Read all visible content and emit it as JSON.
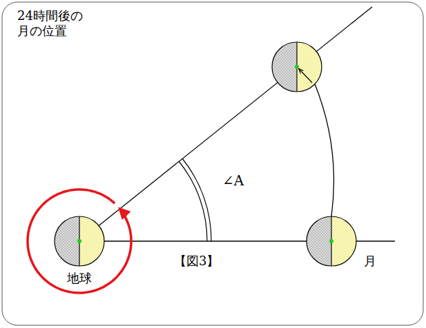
{
  "diagram": {
    "labels": [
      "24時間後の 月の位置",
      "∠A",
      "地球",
      "【図3】",
      "月"
    ]
  }
}
